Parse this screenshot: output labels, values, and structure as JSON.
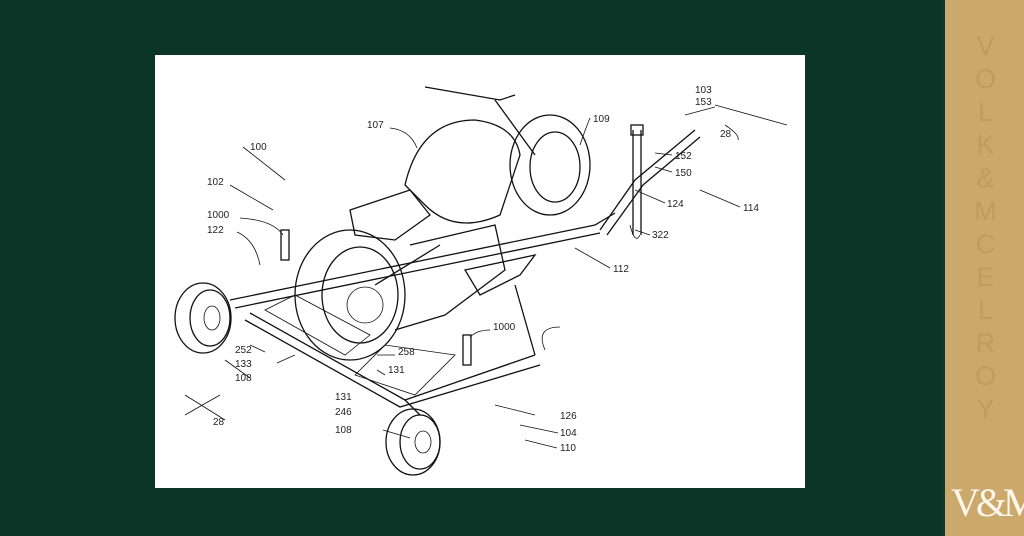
{
  "colors": {
    "background": "#0b3527",
    "sidebar": "#cba86c",
    "panel": "#ffffff"
  },
  "brand": {
    "vertical_text": [
      "V",
      "O",
      "L",
      "K",
      "&",
      "M",
      "C",
      "E",
      "L",
      "R",
      "O",
      "Y"
    ],
    "logo": "V&M"
  },
  "figure": {
    "labels": {
      "l100": "100",
      "l102": "102",
      "l1000a": "1000",
      "l122": "122",
      "l107": "107",
      "l109": "109",
      "l103": "103",
      "l153": "153",
      "l28a": "28",
      "l152": "152",
      "l150": "150",
      "l124": "124",
      "l114": "114",
      "l322": "322",
      "l112": "112",
      "l1000b": "1000",
      "l258": "258",
      "l131a": "131",
      "l252": "252",
      "l133": "133",
      "l108a": "108",
      "l131b": "131",
      "l246": "246",
      "l108b": "108",
      "l126": "126",
      "l104": "104",
      "l110": "110",
      "l28b": "28"
    }
  }
}
